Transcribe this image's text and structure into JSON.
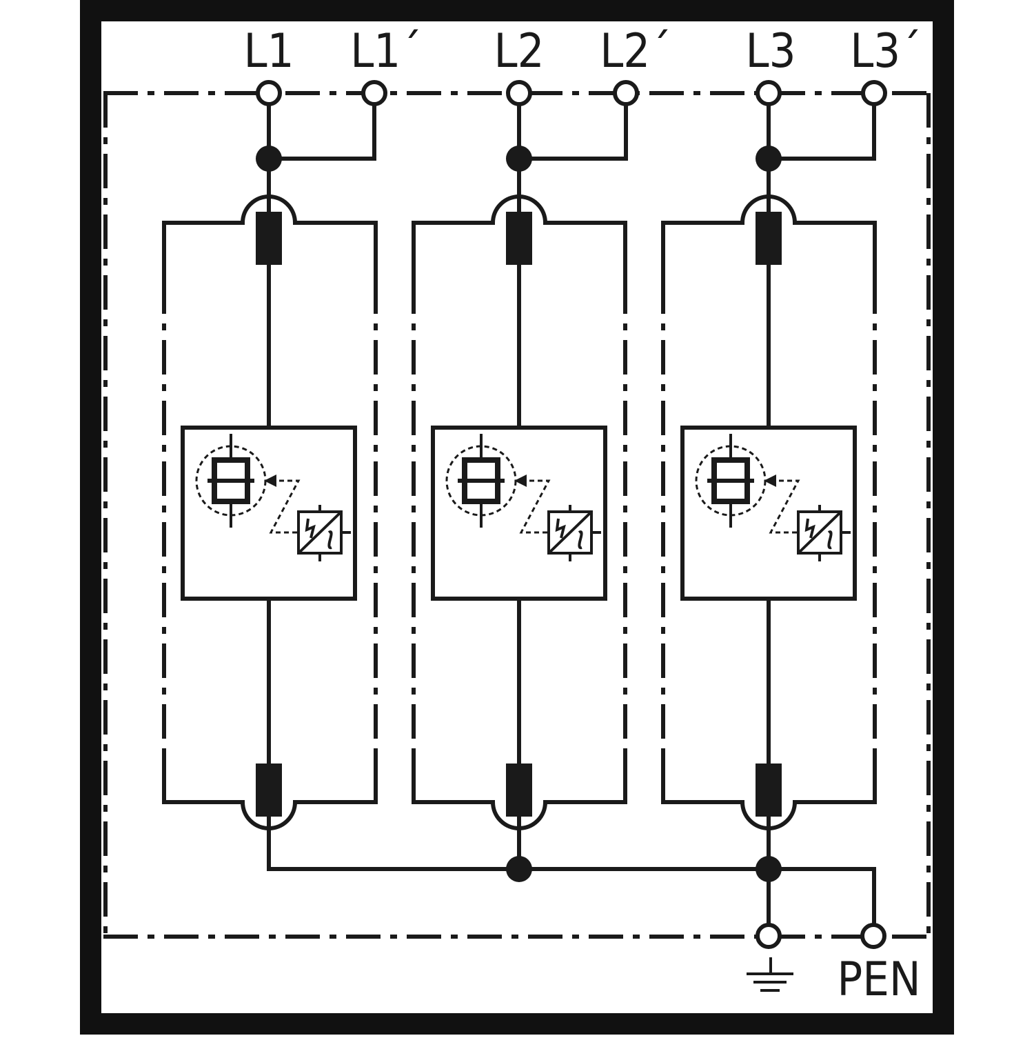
{
  "terminals": {
    "top": [
      {
        "id": "L1",
        "label": "L1"
      },
      {
        "id": "L1p",
        "label": "L1´"
      },
      {
        "id": "L2",
        "label": "L2"
      },
      {
        "id": "L2p",
        "label": "L2´"
      },
      {
        "id": "L3",
        "label": "L3"
      },
      {
        "id": "L3p",
        "label": "L3´"
      }
    ],
    "bottom": [
      {
        "id": "earth",
        "label": "",
        "icon": "earth-ground-icon"
      },
      {
        "id": "PEN",
        "label": "PEN"
      }
    ]
  },
  "modules": [
    {
      "phase": "L1",
      "components": [
        "fuse-top",
        "spark-gap-varistor",
        "thermal-disconnector",
        "fuse-bottom"
      ]
    },
    {
      "phase": "L2",
      "components": [
        "fuse-top",
        "spark-gap-varistor",
        "thermal-disconnector",
        "fuse-bottom"
      ]
    },
    {
      "phase": "L3",
      "components": [
        "fuse-top",
        "spark-gap-varistor",
        "thermal-disconnector",
        "fuse-bottom"
      ]
    }
  ],
  "colors": {
    "line": "#1a1a1a",
    "frame": "#111111",
    "background": "#ffffff"
  }
}
